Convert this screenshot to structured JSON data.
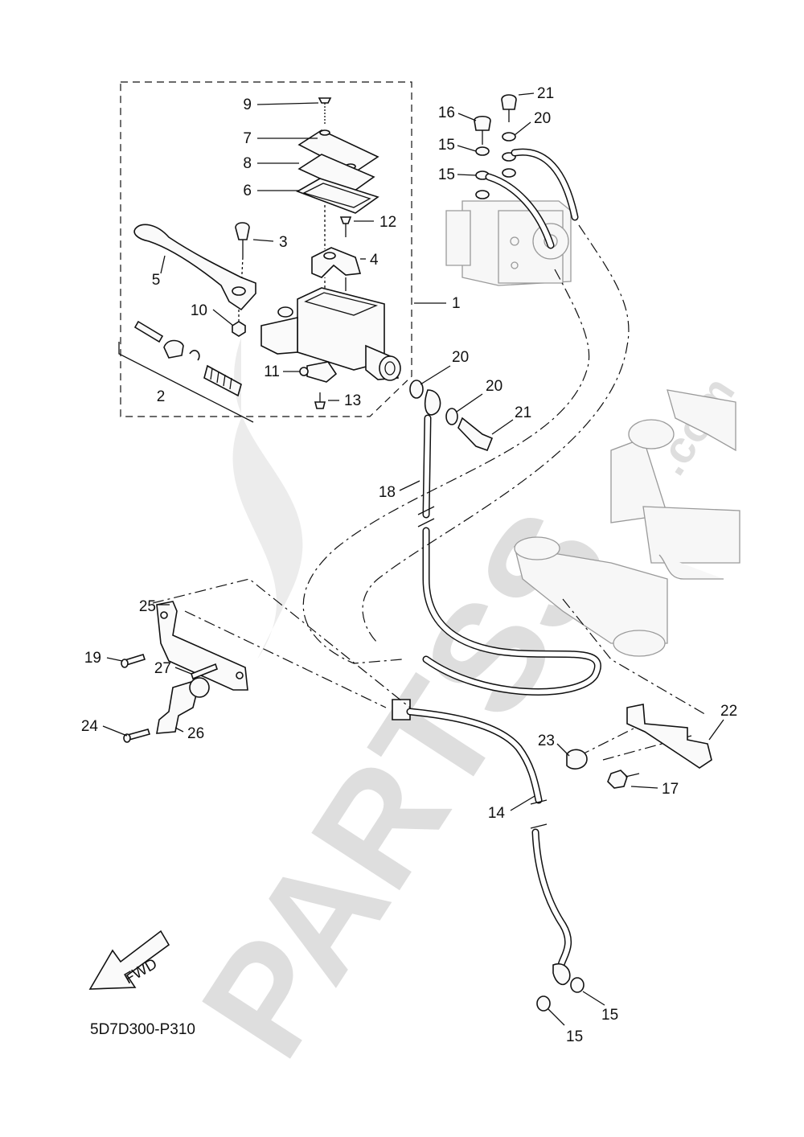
{
  "watermark": {
    "text": "PARTSS",
    "suffix": ".com"
  },
  "callouts": [
    {
      "id": "c1",
      "text": "1"
    },
    {
      "id": "c2",
      "text": "2"
    },
    {
      "id": "c3",
      "text": "3"
    },
    {
      "id": "c4",
      "text": "4"
    },
    {
      "id": "c5",
      "text": "5"
    },
    {
      "id": "c6",
      "text": "6"
    },
    {
      "id": "c7",
      "text": "7"
    },
    {
      "id": "c8",
      "text": "8"
    },
    {
      "id": "c9",
      "text": "9"
    },
    {
      "id": "c10",
      "text": "10"
    },
    {
      "id": "c11",
      "text": "11"
    },
    {
      "id": "c12",
      "text": "12"
    },
    {
      "id": "c13",
      "text": "13"
    },
    {
      "id": "c14",
      "text": "14"
    },
    {
      "id": "c15a",
      "text": "15"
    },
    {
      "id": "c15b",
      "text": "15"
    },
    {
      "id": "c15c",
      "text": "15"
    },
    {
      "id": "c15d",
      "text": "15"
    },
    {
      "id": "c16",
      "text": "16"
    },
    {
      "id": "c17",
      "text": "17"
    },
    {
      "id": "c18",
      "text": "18"
    },
    {
      "id": "c19",
      "text": "19"
    },
    {
      "id": "c20a",
      "text": "20"
    },
    {
      "id": "c20b",
      "text": "20"
    },
    {
      "id": "c20c",
      "text": "20"
    },
    {
      "id": "c21a",
      "text": "21"
    },
    {
      "id": "c21b",
      "text": "21"
    },
    {
      "id": "c22",
      "text": "22"
    },
    {
      "id": "c23",
      "text": "23"
    },
    {
      "id": "c24",
      "text": "24"
    },
    {
      "id": "c25",
      "text": "25"
    },
    {
      "id": "c26",
      "text": "26"
    },
    {
      "id": "c27",
      "text": "27"
    }
  ],
  "direction_arrow": "FWD",
  "diagram_code": "5D7D300-P310"
}
